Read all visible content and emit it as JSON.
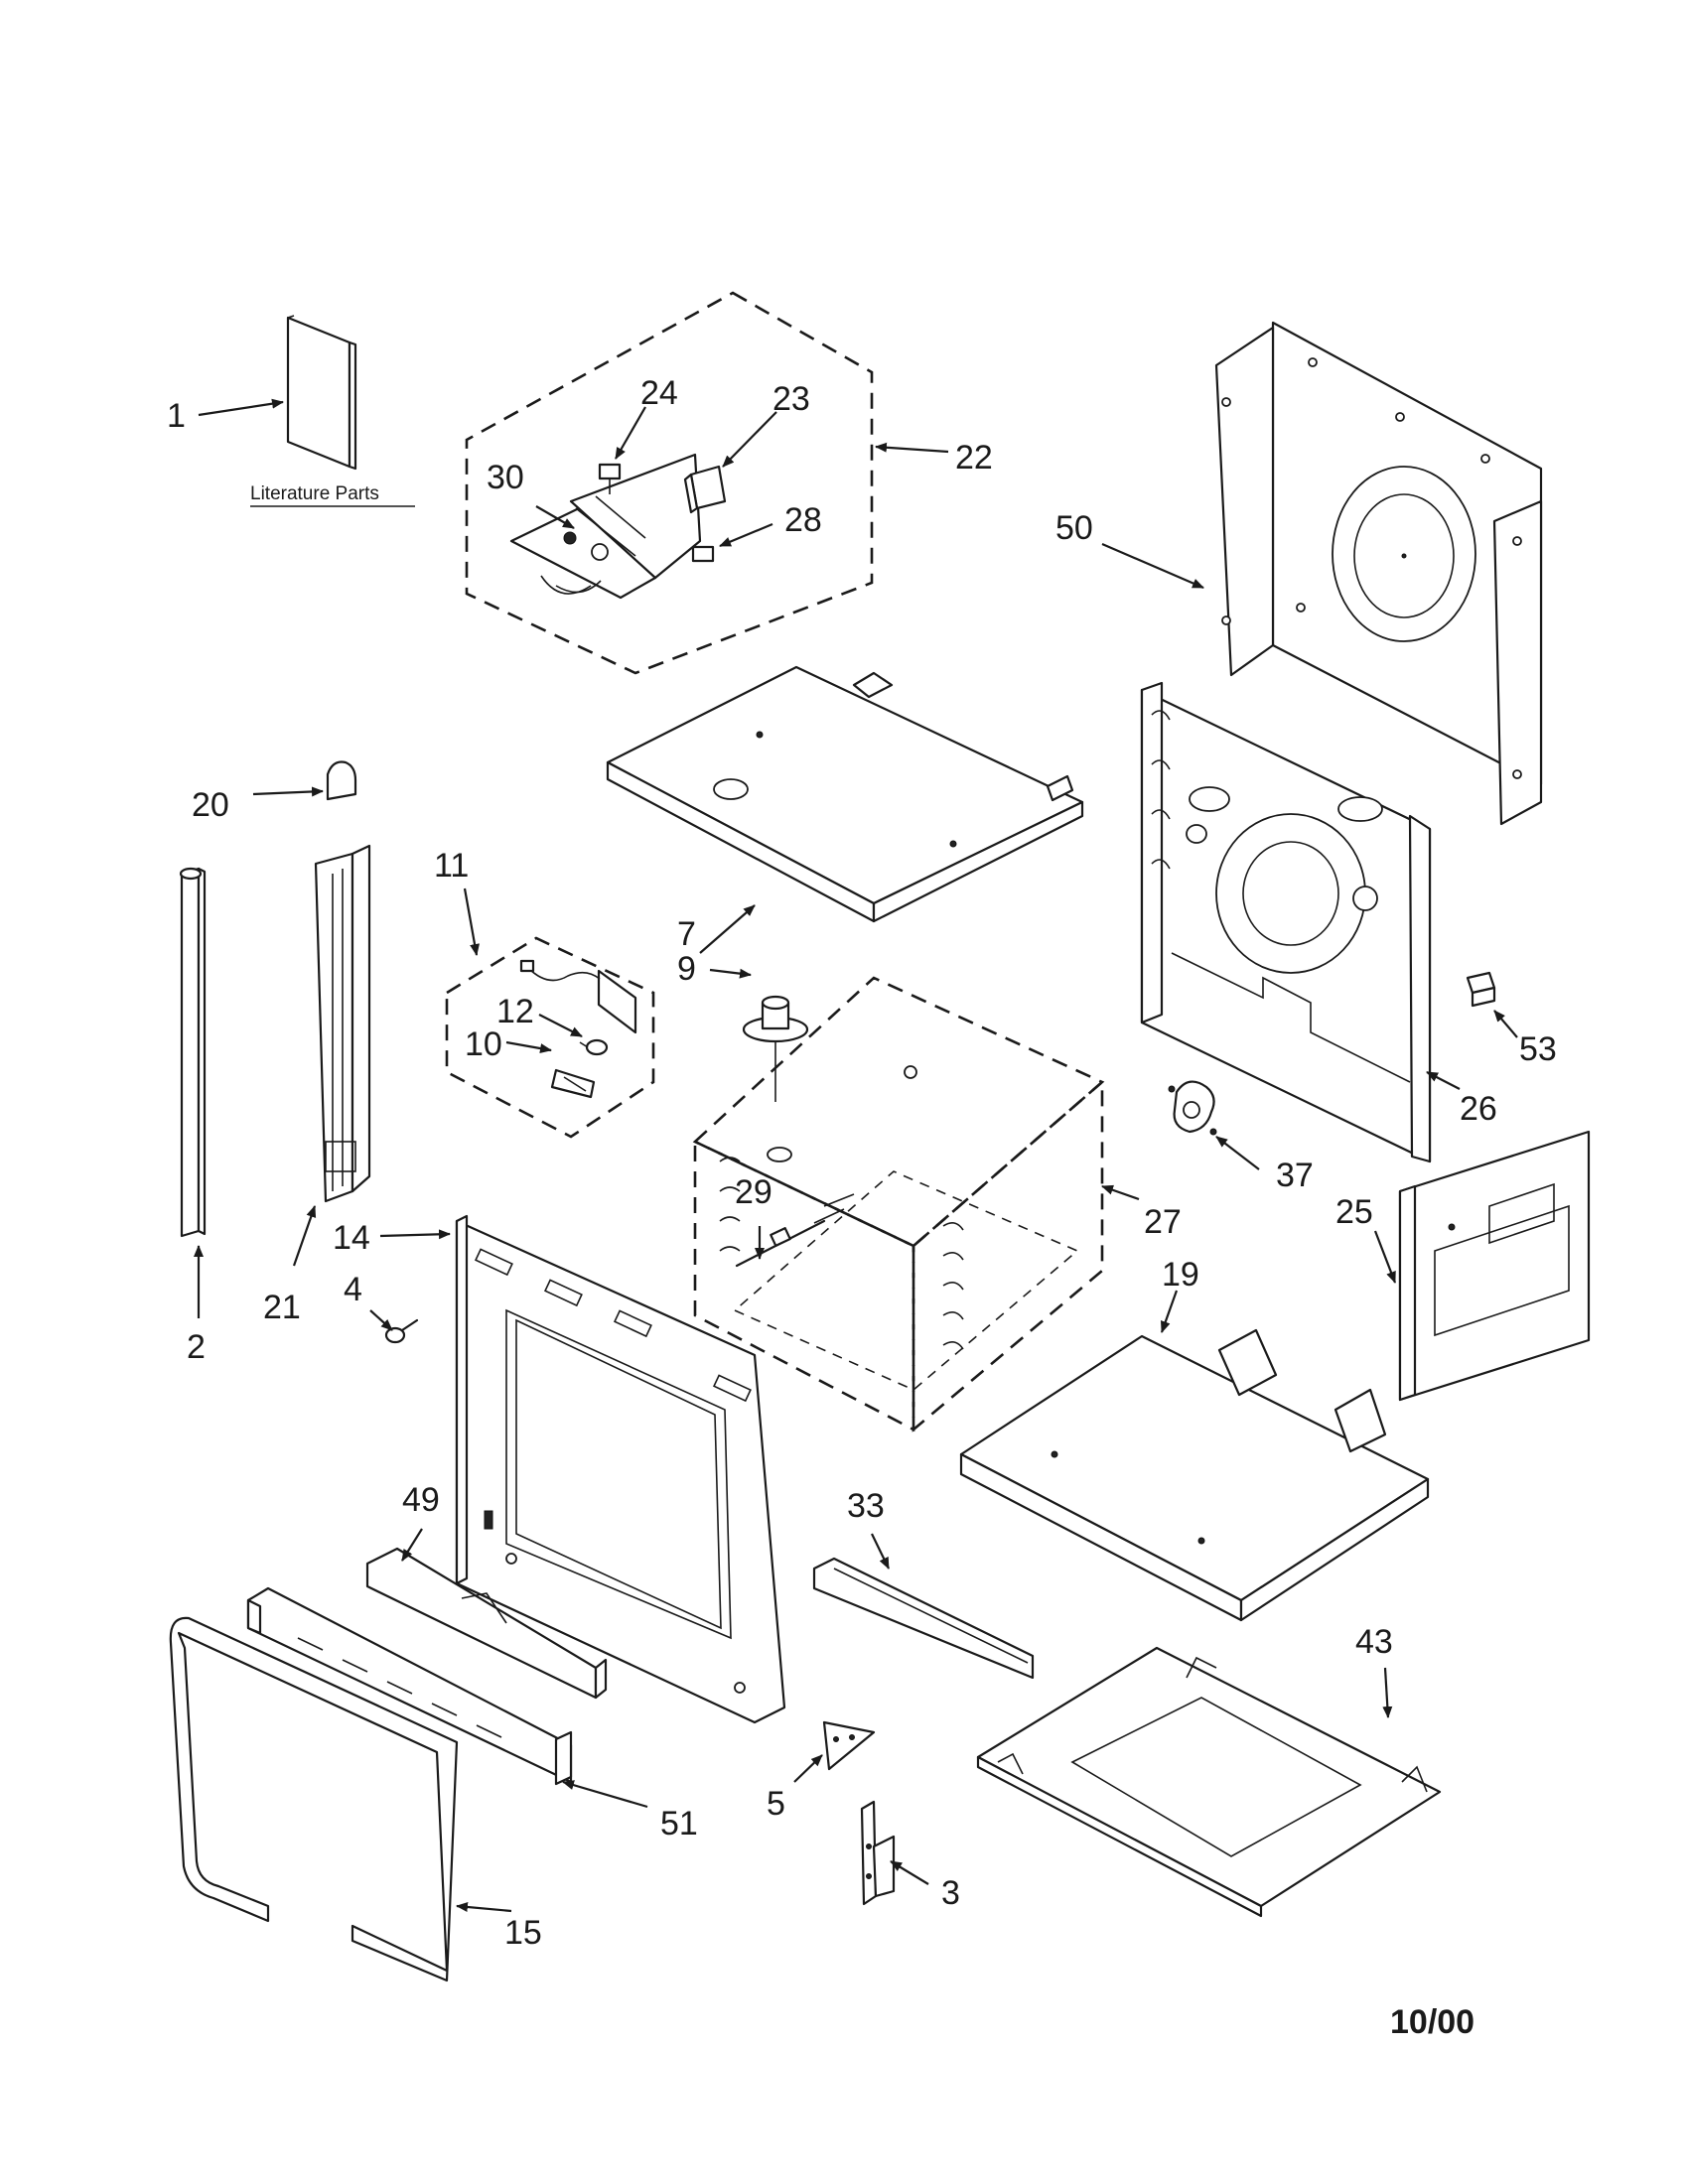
{
  "diagram": {
    "literature_label": "Literature Parts",
    "date_code": "10/00"
  },
  "callouts": [
    {
      "id": "1",
      "label": "1"
    },
    {
      "id": "2",
      "label": "2"
    },
    {
      "id": "3",
      "label": "3"
    },
    {
      "id": "4",
      "label": "4"
    },
    {
      "id": "5",
      "label": "5"
    },
    {
      "id": "7",
      "label": "7"
    },
    {
      "id": "9",
      "label": "9"
    },
    {
      "id": "10",
      "label": "10"
    },
    {
      "id": "11",
      "label": "11"
    },
    {
      "id": "12",
      "label": "12"
    },
    {
      "id": "14",
      "label": "14"
    },
    {
      "id": "15",
      "label": "15"
    },
    {
      "id": "19",
      "label": "19"
    },
    {
      "id": "20",
      "label": "20"
    },
    {
      "id": "21",
      "label": "21"
    },
    {
      "id": "22",
      "label": "22"
    },
    {
      "id": "23",
      "label": "23"
    },
    {
      "id": "24",
      "label": "24"
    },
    {
      "id": "25",
      "label": "25"
    },
    {
      "id": "26",
      "label": "26"
    },
    {
      "id": "27",
      "label": "27"
    },
    {
      "id": "28",
      "label": "28"
    },
    {
      "id": "29",
      "label": "29"
    },
    {
      "id": "30",
      "label": "30"
    },
    {
      "id": "33",
      "label": "33"
    },
    {
      "id": "37",
      "label": "37"
    },
    {
      "id": "43",
      "label": "43"
    },
    {
      "id": "49",
      "label": "49"
    },
    {
      "id": "50",
      "label": "50"
    },
    {
      "id": "51",
      "label": "51"
    },
    {
      "id": "53",
      "label": "53"
    }
  ]
}
